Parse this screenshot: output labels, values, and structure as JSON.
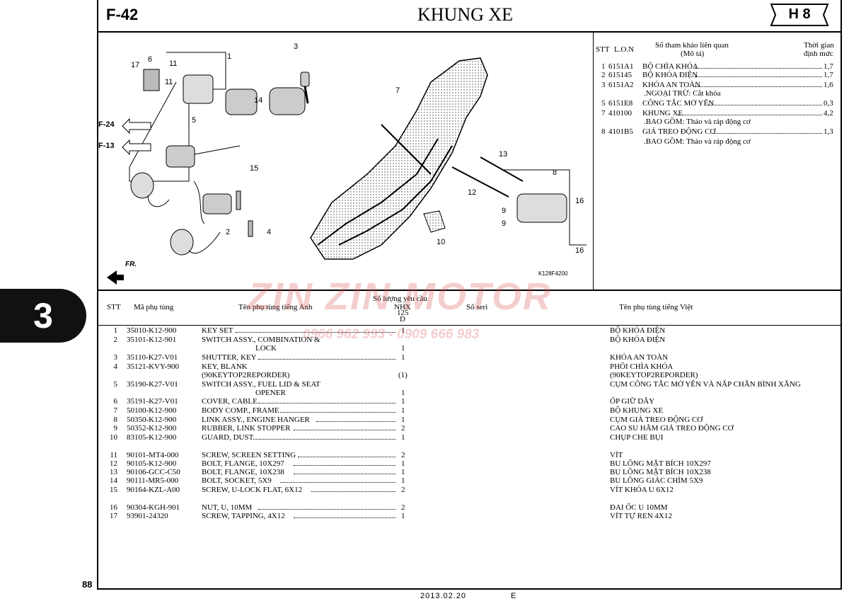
{
  "header": {
    "page_code": "F-42",
    "title": "KHUNG XE",
    "model_badge": "H 8",
    "section_number": "3",
    "page_number": "88"
  },
  "footer": {
    "date": "2013.02.20",
    "edition": "E"
  },
  "diagram": {
    "ref_code": "K128F4200",
    "direction_label": "FR.",
    "callouts": [
      "1",
      "2",
      "3",
      "4",
      "5",
      "6",
      "7",
      "8",
      "9",
      "9",
      "10",
      "11",
      "11",
      "12",
      "13",
      "14",
      "15",
      "16",
      "16",
      "17"
    ],
    "section_refs": [
      "F-24",
      "F-13"
    ]
  },
  "labor": {
    "headers": {
      "stt": "STT",
      "lon": "L.O.N",
      "ref": "Số tham khảo liên quan",
      "desc": "(Mô tả)",
      "time1": "Thời gian",
      "time2": "định mức"
    },
    "rows": [
      {
        "no": "1",
        "code": "6151A1",
        "text": "BỘ CHÌA KHÓA",
        "time": "1,7"
      },
      {
        "no": "2",
        "code": "615145",
        "text": "BỘ KHÓA ĐIỆN",
        "time": "1,7"
      },
      {
        "no": "3",
        "code": "6151A2",
        "text": "KHÓA AN TOÀN",
        "time": "1,6"
      },
      {
        "no": "",
        "code": "",
        "text": ".NGOẠI TRỪ: Cắt khóa",
        "time": ""
      },
      {
        "no": "5",
        "code": "6151E8",
        "text": "CÔNG TẮC MỞ YÊN",
        "time": "0,3"
      },
      {
        "no": "7",
        "code": "410100",
        "text": "KHUNG XE",
        "time": "4,2"
      },
      {
        "no": "",
        "code": "",
        "text": ".BAO GỒM: Tháo và ráp động cơ",
        "time": ""
      },
      {
        "no": "8",
        "code": "4101B5",
        "text": "GIÁ TREO ĐỘNG CƠ",
        "time": "1,3"
      },
      {
        "no": "",
        "code": "",
        "text": ".BAO GỒM: Tháo và ráp động cơ",
        "time": ""
      }
    ]
  },
  "parts": {
    "headers": {
      "stt": "STT",
      "part_no": "Mã phụ tùng",
      "name_en": "Tên phụ tùng tiếng Anh",
      "qty": "Số lượng yêu cầu",
      "qty_model": "NHX",
      "qty_sub": "125",
      "qty_sub2": "D",
      "serial": "Số seri",
      "name_vi": "Tên phụ tùng tiếng Việt"
    },
    "rows": [
      {
        "no": "1",
        "pn": "35010-K12-900",
        "en": "KEY SET",
        "en2": "",
        "qty": "1",
        "qty2": "",
        "vi": "BỘ KHÓA ĐIỆN",
        "vi2": ""
      },
      {
        "no": "2",
        "pn": "35101-K12-901",
        "en": "SWITCH ASSY., COMBINATION &",
        "en2": "LOCK",
        "qty": "",
        "qty2": "1",
        "vi": "BỘ KHÓA ĐIỆN",
        "vi2": ""
      },
      {
        "no": "3",
        "pn": "35110-K27-V01",
        "en": "SHUTTER, KEY",
        "en2": "",
        "qty": "1",
        "qty2": "",
        "vi": "KHÓA AN TOÀN",
        "vi2": ""
      },
      {
        "no": "4",
        "pn": "35121-KVY-900",
        "en": "KEY, BLANK",
        "en2": "(90KEYTOP2REPORDER)",
        "qty": "",
        "qty2": "(1)",
        "vi": "PHÔI CHÌA KHÓA",
        "vi2": "(90KEYTOP2REPORDER)"
      },
      {
        "no": "5",
        "pn": "35190-K27-V01",
        "en": "SWITCH ASSY., FUEL LID & SEAT",
        "en2": "OPENER",
        "qty": "",
        "qty2": "1",
        "vi": "CỤM CÔNG TẮC MỞ YÊN VÀ NẮP CHẮN BÌNH XĂNG",
        "vi2": ""
      },
      {
        "no": "6",
        "pn": "35191-K27-V01",
        "en": "COVER, CABLE",
        "en2": "",
        "qty": "1",
        "qty2": "",
        "vi": "ỐP GIỮ DÂY",
        "vi2": ""
      },
      {
        "no": "7",
        "pn": "50100-K12-900",
        "en": "BODY COMP., FRAME",
        "en2": "",
        "qty": "1",
        "qty2": "",
        "vi": "BỘ KHUNG XE",
        "vi2": ""
      },
      {
        "no": "8",
        "pn": "50350-K12-900",
        "en": "LINK ASSY., ENGINE HANGER",
        "en2": "",
        "qty": "1",
        "qty2": "",
        "vi": "CỤM GIÁ TREO ĐỘNG CƠ",
        "vi2": ""
      },
      {
        "no": "9",
        "pn": "50352-K12-900",
        "en": "RUBBER, LINK STOPPER",
        "en2": "",
        "qty": "2",
        "qty2": "",
        "vi": "CAO SU HÃM GIÁ TREO ĐỘNG CƠ",
        "vi2": ""
      },
      {
        "no": "10",
        "pn": "83105-K12-900",
        "en": "GUARD, DUST",
        "en2": "",
        "qty": "1",
        "qty2": "",
        "vi": "CHỤP CHE BỤI",
        "vi2": ""
      },
      {
        "no": "11",
        "pn": "90101-MT4-000",
        "en": "SCREW, SCREEN SETTING",
        "en2": "",
        "qty": "2",
        "qty2": "",
        "vi": "VÍT",
        "vi2": ""
      },
      {
        "no": "12",
        "pn": "90105-K12-900",
        "en": "BOLT, FLANGE, 10X297",
        "en2": "",
        "qty": "1",
        "qty2": "",
        "vi": "BU LÔNG MẶT BÍCH 10X297",
        "vi2": ""
      },
      {
        "no": "13",
        "pn": "90106-GCC-C50",
        "en": "BOLT, FLANGE, 10X238",
        "en2": "",
        "qty": "1",
        "qty2": "",
        "vi": "BU LÔNG MẶT BÍCH 10X238",
        "vi2": ""
      },
      {
        "no": "14",
        "pn": "90111-MR5-000",
        "en": "BOLT, SOCKET, 5X9",
        "en2": "",
        "qty": "1",
        "qty2": "",
        "vi": "BU LÔNG GIÁC CHÌM 5X9",
        "vi2": ""
      },
      {
        "no": "15",
        "pn": "90164-KZL-A00",
        "en": "SCREW, U-LOCK FLAT, 6X12",
        "en2": "",
        "qty": "2",
        "qty2": "",
        "vi": "VÍT KHÓA U 6X12",
        "vi2": ""
      },
      {
        "no": "16",
        "pn": "90304-KGH-901",
        "en": "NUT, U, 10MM",
        "en2": "",
        "qty": "2",
        "qty2": "",
        "vi": "ĐAI ỐC U 10MM",
        "vi2": ""
      },
      {
        "no": "17",
        "pn": "93901-24320",
        "en": "SCREW, TAPPING, 4X12",
        "en2": "",
        "qty": "1",
        "qty2": "",
        "vi": "VÍT TỰ REN 4X12",
        "vi2": ""
      }
    ]
  },
  "watermark": {
    "brand": "ZIN ZIN MOTOR",
    "phone": "0966 962 993 - 0909 666 983"
  }
}
